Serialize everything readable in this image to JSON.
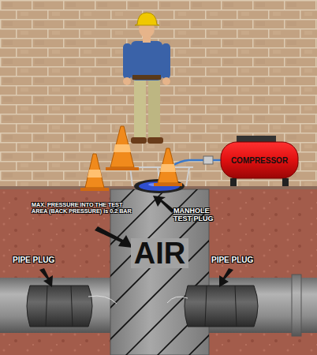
{
  "diagram": {
    "nodes": [
      {
        "text": [
          "COMPRESSOR"
        ]
      },
      {
        "text": [
          "AIR"
        ]
      }
    ],
    "labels": [
      "MAX. PRESSURE INTO THE TEST AREA (BACK PRESSURE) is 0.2 BAR",
      "MANHOLE TEST PLUG",
      "PIPE PLUG",
      "PIPE PLUG"
    ]
  }
}
